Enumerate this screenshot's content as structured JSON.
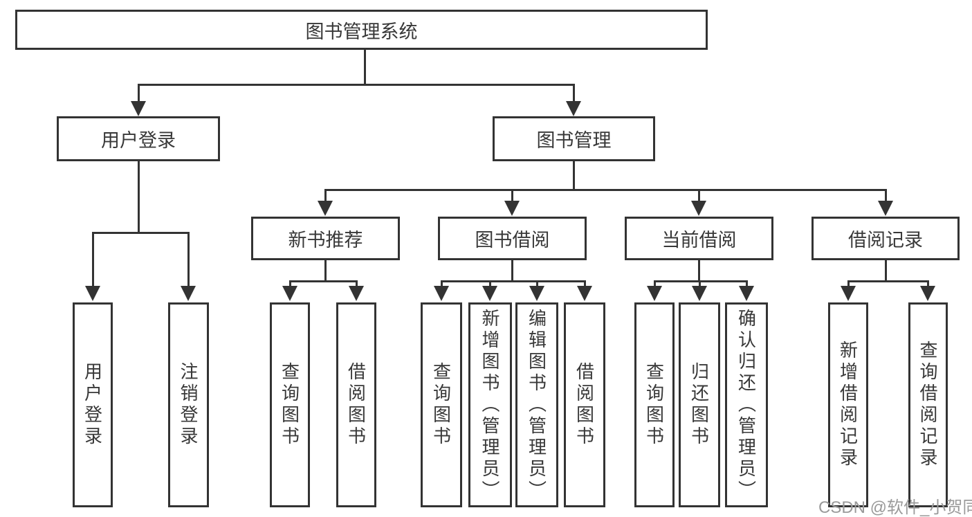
{
  "diagram": {
    "root": {
      "label": "图书管理系统"
    },
    "branches": [
      {
        "label": "用户登录",
        "children": [
          {
            "label": "用户登录"
          },
          {
            "label": "注销登录"
          }
        ]
      },
      {
        "label": "图书管理",
        "children": [
          {
            "label": "新书推荐",
            "children": [
              {
                "label": "查询图书"
              },
              {
                "label": "借阅图书"
              }
            ]
          },
          {
            "label": "图书借阅",
            "children": [
              {
                "label": "查询图书"
              },
              {
                "label": "新增图书（管理员）"
              },
              {
                "label": "编辑图书（管理员）"
              },
              {
                "label": "借阅图书"
              }
            ]
          },
          {
            "label": "当前借阅",
            "children": [
              {
                "label": "查询图书"
              },
              {
                "label": "归还图书"
              },
              {
                "label": "确认归还（管理员）"
              }
            ]
          },
          {
            "label": "借阅记录",
            "children": [
              {
                "label": "新增借阅记录"
              },
              {
                "label": "查询借阅记录"
              }
            ]
          }
        ]
      }
    ],
    "watermark": "CSDN @软件_小贺同学",
    "colors": {
      "line": "#333333",
      "text": "#383838",
      "background": "#ffffff",
      "watermark": "#9a9a9a"
    }
  }
}
